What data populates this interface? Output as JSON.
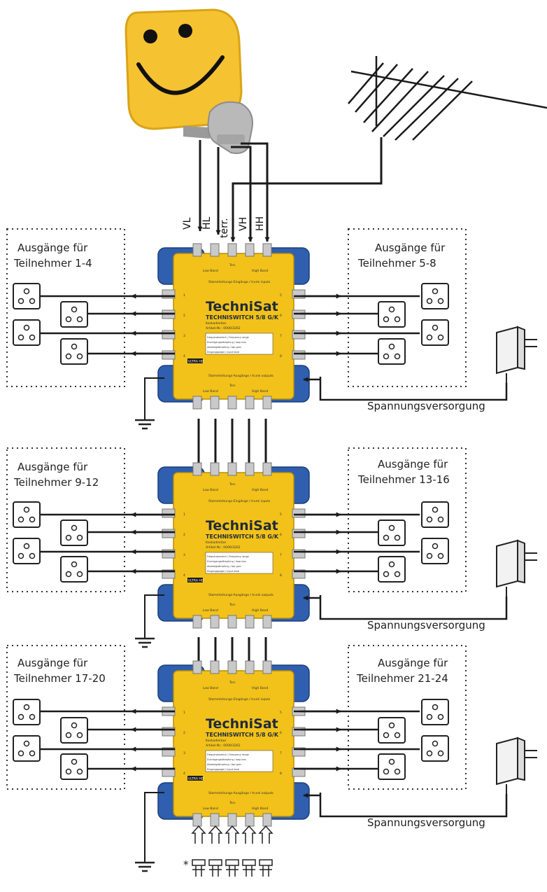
{
  "signals": [
    "VL",
    "HL",
    "terr.",
    "VH",
    "HH"
  ],
  "power_label": "Spannungsversorgung",
  "footnote_marker": "*",
  "switch": {
    "brand": "TechniSat",
    "model": "TECHNISWITCH 5/8 G/K",
    "subtitle": "Kaskadierbar",
    "article": "Artikel-Nr.: 0000/3262",
    "low_band": "Low Band",
    "terr": "Terr.",
    "high_band": "High Band",
    "trunk_in": "Stammleitungs-Eingänge / trunk inputs",
    "trunk_out": "Stammleitungs-Ausgänge / trunk outputs",
    "ultra_hd": "ULTRA HD",
    "output_numbers_left": [
      "1",
      "2",
      "3",
      "4"
    ],
    "output_numbers_right": [
      "5",
      "6",
      "7",
      "8"
    ],
    "spec_rows": [
      "Frequenzbereich / Frequency range",
      "Durchgangsdämpfung / loop loss",
      "Abzweigdämpfung / tap gain",
      "Eingangspegel / input level"
    ]
  },
  "groups": [
    {
      "left_title": [
        "Ausgänge für",
        "Teilnehmer 1-4"
      ],
      "right_title": [
        "Ausgänge für",
        "Teilnehmer 5-8"
      ]
    },
    {
      "left_title": [
        "Ausgänge für",
        "Teilnehmer 9-12"
      ],
      "right_title": [
        "Ausgänge für",
        "Teilnehmer 13-16"
      ]
    },
    {
      "left_title": [
        "Ausgänge für",
        "Teilnehmer 17-20"
      ],
      "right_title": [
        "Ausgänge für",
        "Teilnehmer 21-24"
      ]
    }
  ],
  "colors": {
    "switch_yellow": "#f2c21a",
    "switch_blue": "#2f5fae",
    "dish_yellow": "#f5c232",
    "lnb_grey": "#b9b9b9",
    "line": "#1a1a1a"
  }
}
